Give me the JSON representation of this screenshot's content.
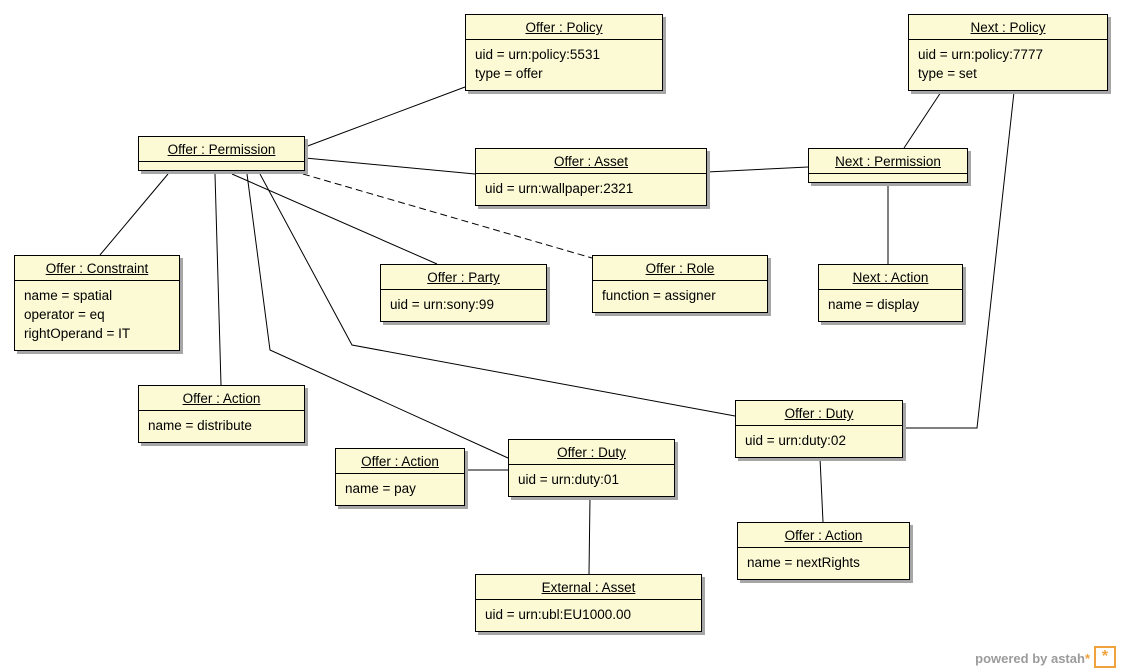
{
  "nodes": {
    "offer_policy": {
      "title": "Offer : Policy",
      "attrs": [
        "uid = urn:policy:5531",
        "type = offer"
      ]
    },
    "next_policy": {
      "title": "Next : Policy",
      "attrs": [
        "uid = urn:policy:7777",
        "type = set"
      ]
    },
    "offer_permission": {
      "title": "Offer : Permission",
      "attrs": []
    },
    "offer_asset": {
      "title": "Offer : Asset",
      "attrs": [
        "uid = urn:wallpaper:2321"
      ]
    },
    "next_permission": {
      "title": "Next : Permission",
      "attrs": []
    },
    "offer_constraint": {
      "title": "Offer : Constraint",
      "attrs": [
        "name = spatial",
        "operator = eq",
        "rightOperand = IT"
      ]
    },
    "offer_party": {
      "title": "Offer : Party",
      "attrs": [
        "uid = urn:sony:99"
      ]
    },
    "offer_role": {
      "title": "Offer : Role",
      "attrs": [
        "function = assigner"
      ]
    },
    "next_action": {
      "title": "Next : Action",
      "attrs": [
        "name = display"
      ]
    },
    "offer_action_distribute": {
      "title": "Offer : Action",
      "attrs": [
        "name = distribute"
      ]
    },
    "offer_duty_02": {
      "title": "Offer : Duty",
      "attrs": [
        "uid = urn:duty:02"
      ]
    },
    "offer_action_pay": {
      "title": "Offer : Action",
      "attrs": [
        "name = pay"
      ]
    },
    "offer_duty_01": {
      "title": "Offer : Duty",
      "attrs": [
        "uid = urn:duty:01"
      ]
    },
    "offer_action_nextrights": {
      "title": "Offer : Action",
      "attrs": [
        "name = nextRights"
      ]
    },
    "external_asset": {
      "title": "External : Asset",
      "attrs": [
        "uid = urn:ubl:EU1000.00"
      ]
    }
  },
  "edges": [
    {
      "from": "offer_permission",
      "to": "offer_policy",
      "style": "solid"
    },
    {
      "from": "offer_permission",
      "to": "offer_asset",
      "style": "solid"
    },
    {
      "from": "offer_permission",
      "to": "offer_constraint",
      "style": "solid"
    },
    {
      "from": "offer_permission",
      "to": "offer_action_distribute",
      "style": "solid"
    },
    {
      "from": "offer_permission",
      "to": "offer_party",
      "style": "solid"
    },
    {
      "from": "offer_permission",
      "to": "offer_role",
      "style": "dashed"
    },
    {
      "from": "offer_permission",
      "to": "offer_duty_01",
      "style": "solid"
    },
    {
      "from": "offer_permission",
      "to": "offer_duty_02",
      "style": "solid"
    },
    {
      "from": "next_policy",
      "to": "next_permission",
      "style": "solid"
    },
    {
      "from": "next_policy",
      "to": "offer_duty_02",
      "style": "solid"
    },
    {
      "from": "next_permission",
      "to": "offer_asset",
      "style": "solid"
    },
    {
      "from": "next_permission",
      "to": "next_action",
      "style": "solid"
    },
    {
      "from": "offer_duty_02",
      "to": "offer_action_nextrights",
      "style": "solid"
    },
    {
      "from": "offer_duty_01",
      "to": "offer_action_pay",
      "style": "solid"
    },
    {
      "from": "offer_duty_01",
      "to": "external_asset",
      "style": "solid"
    }
  ],
  "colors": {
    "node_fill": "#FCFAD5",
    "node_border": "#000000",
    "node_shadow": "#A6A6A6",
    "edge": "#000000",
    "credit_text": "#9B9B9B",
    "logo_orange": "#F0A23C"
  },
  "footer": {
    "credit_text": "powered by astah",
    "credit_star": "*",
    "logo_glyph": "*"
  }
}
